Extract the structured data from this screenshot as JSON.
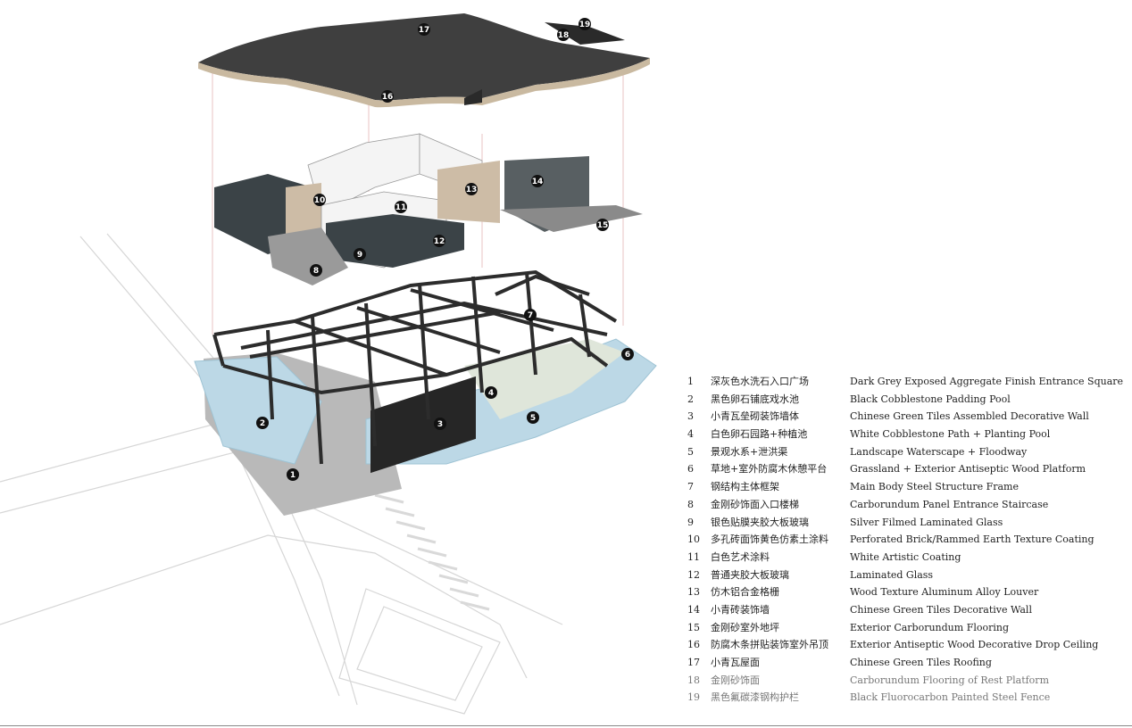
{
  "colors": {
    "roof": "#3f3f3f",
    "roof_edge": "#c9b9a0",
    "steel": "#2c2c2c",
    "glass": "#3b4347",
    "water": "#bcd8e6",
    "ground": "#b9b9b9",
    "timber": "#cdbca6",
    "wall": "#f4f4f4",
    "callout": "#111111",
    "guide_line": "#e4b4b4"
  },
  "callouts": [
    "1",
    "2",
    "3",
    "4",
    "5",
    "6",
    "7",
    "8",
    "9",
    "10",
    "11",
    "12",
    "13",
    "14",
    "15",
    "16",
    "17",
    "18",
    "19"
  ],
  "legend": [
    {
      "num": "1",
      "zh": "深灰色水洗石入口广场",
      "en": "Dark Grey Exposed Aggregate Finish Entrance Square"
    },
    {
      "num": "2",
      "zh": "黑色卵石铺底戏水池",
      "en": "Black Cobblestone Padding Pool"
    },
    {
      "num": "3",
      "zh": "小青瓦垒砌装饰墙体",
      "en": "Chinese Green Tiles Assembled Decorative Wall"
    },
    {
      "num": "4",
      "zh": "白色卵石园路+种植池",
      "en": "White Cobblestone Path + Planting Pool"
    },
    {
      "num": "5",
      "zh": "景观水系+泄洪渠",
      "en": "Landscape Waterscape + Floodway"
    },
    {
      "num": "6",
      "zh": "草地+室外防腐木休憩平台",
      "en": "Grassland + Exterior Antiseptic Wood Platform"
    },
    {
      "num": "7",
      "zh": "钢结构主体框架",
      "en": "Main Body Steel Structure Frame"
    },
    {
      "num": "8",
      "zh": "金刚砂饰面入口楼梯",
      "en": "Carborundum Panel Entrance Staircase"
    },
    {
      "num": "9",
      "zh": "银色贴膜夹胶大板玻璃",
      "en": "Silver Filmed Laminated Glass"
    },
    {
      "num": "10",
      "zh": "多孔砖面饰黄色仿素土涂料",
      "en": "Perforated Brick/Rammed Earth Texture Coating"
    },
    {
      "num": "11",
      "zh": "白色艺术涂料",
      "en": "White Artistic Coating"
    },
    {
      "num": "12",
      "zh": "普通夹胶大板玻璃",
      "en": "Laminated Glass"
    },
    {
      "num": "13",
      "zh": "仿木铝合金格栅",
      "en": "Wood Texture Aluminum Alloy Louver"
    },
    {
      "num": "14",
      "zh": "小青砖装饰墙",
      "en": "Chinese Green Tiles Decorative Wall"
    },
    {
      "num": "15",
      "zh": "金刚砂室外地坪",
      "en": "Exterior Carborundum Flooring"
    },
    {
      "num": "16",
      "zh": "防腐木条拼贴装饰室外吊顶",
      "en": "Exterior Antiseptic Wood Decorative Drop Ceiling"
    },
    {
      "num": "17",
      "zh": "小青瓦屋面",
      "en": "Chinese Green Tiles Roofing"
    },
    {
      "num": "18",
      "zh": "金刚砂饰面",
      "en": "Carborundum Flooring of Rest Platform"
    },
    {
      "num": "19",
      "zh": "黑色氟碳漆钢构护栏",
      "en": "Black Fluorocarbon Painted Steel Fence"
    }
  ]
}
